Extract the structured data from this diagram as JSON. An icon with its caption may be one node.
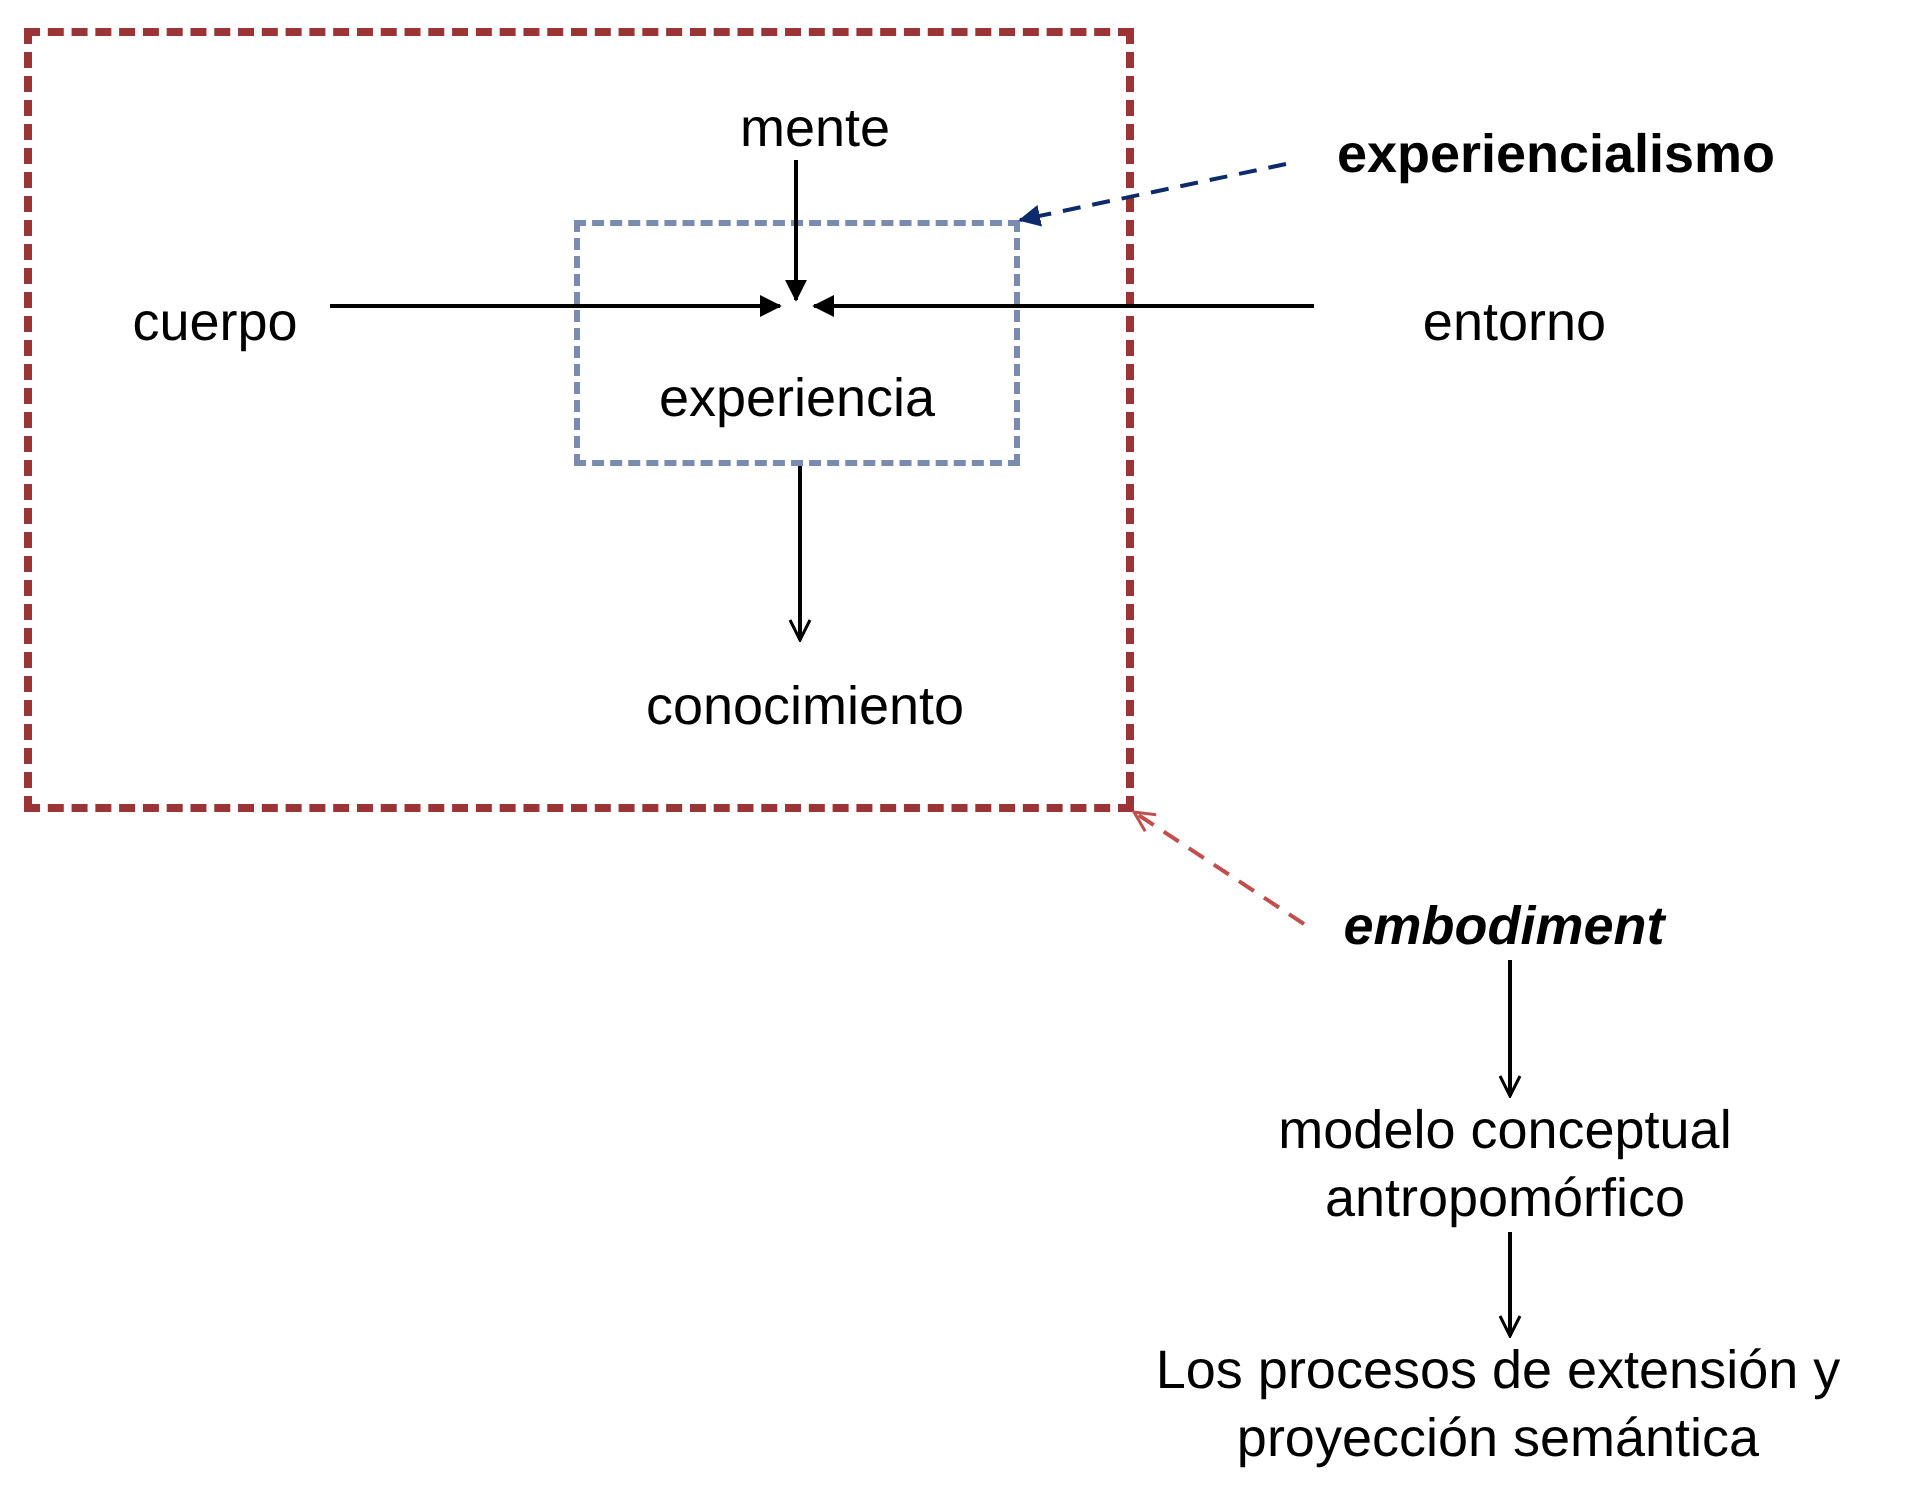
{
  "diagram": {
    "nodes": [
      {
        "text": [],
        "shape": "box"
      },
      {
        "text": [
          "mente"
        ],
        "in": 0
      },
      {
        "text": [
          "cuerpo"
        ],
        "in": 0
      },
      {
        "text": [
          "experiencia"
        ],
        "in": 0
      },
      {
        "text": [
          "entorno"
        ]
      },
      {
        "text": [
          "conocimiento"
        ],
        "in": 0
      },
      {
        "text": [
          "experiencialismo"
        ]
      },
      {
        "text": [
          "embodiment"
        ]
      },
      {
        "text": [
          "modelo conceptual antropomórfico"
        ]
      },
      {
        "text": [
          "Los procesos de extensión y proyección semántica"
        ]
      }
    ],
    "edges": [
      {
        "from": 1,
        "to": 3,
        "arrow": "to"
      },
      {
        "from": 2,
        "to": 3,
        "arrow": "to"
      },
      {
        "from": 4,
        "to": 3,
        "arrow": "to"
      },
      {
        "from": 3,
        "to": 5,
        "arrow": "to"
      },
      {
        "from": 6,
        "to": 3,
        "arrow": "to",
        "style": "dashed",
        "color": "#0d2a6b"
      },
      {
        "from": 7,
        "to": 0,
        "arrow": "to",
        "style": "dashed",
        "color": "#c0504d"
      },
      {
        "from": 7,
        "to": 8,
        "arrow": "to"
      },
      {
        "from": 8,
        "to": 9,
        "arrow": "to"
      }
    ]
  }
}
